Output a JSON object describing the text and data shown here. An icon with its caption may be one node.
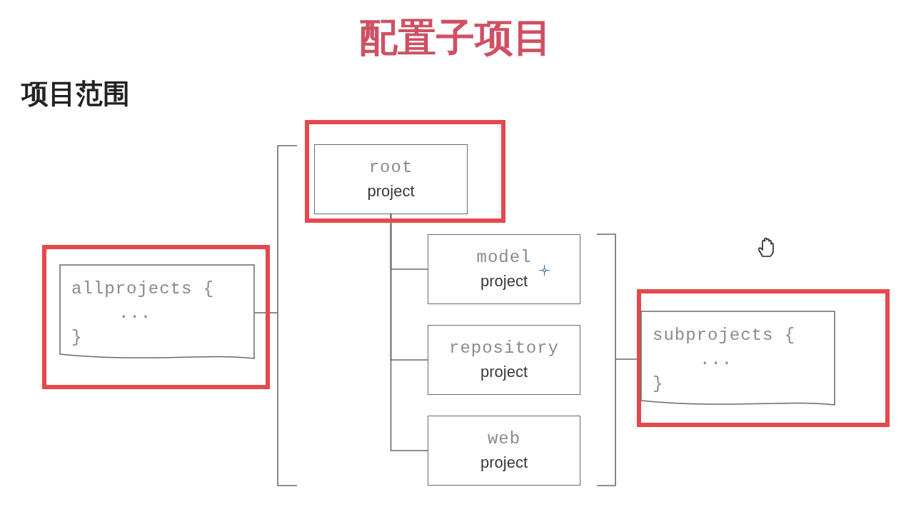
{
  "diagram": {
    "title": "配置子项目",
    "nodes": [
      {
        "text": [],
        "shape": "box"
      },
      {
        "text": [
          "root",
          "project"
        ],
        "in": 0
      },
      {
        "text": [],
        "shape": "box"
      },
      {
        "text": [
          "allprojects {",
          "...",
          "}"
        ],
        "in": 2
      },
      {
        "text": [],
        "shape": "bracket"
      },
      {
        "text": [
          "model",
          "project"
        ]
      },
      {
        "text": [
          "repository",
          "project"
        ]
      },
      {
        "text": [
          "web",
          "project"
        ]
      },
      {
        "text": [],
        "shape": "bracket"
      },
      {
        "text": [],
        "shape": "box"
      },
      {
        "text": [
          "subprojects {",
          "...",
          "}"
        ],
        "in": 9
      }
    ],
    "edges": [
      {
        "from": 3,
        "to": 4,
        "arrow": "none"
      },
      {
        "from": 1,
        "to": 5,
        "arrow": "none"
      },
      {
        "from": 1,
        "to": 6,
        "arrow": "none"
      },
      {
        "from": 1,
        "to": 7,
        "arrow": "none"
      },
      {
        "from": 10,
        "to": 8,
        "arrow": "none"
      }
    ],
    "labels": [
      "项目范围"
    ]
  }
}
